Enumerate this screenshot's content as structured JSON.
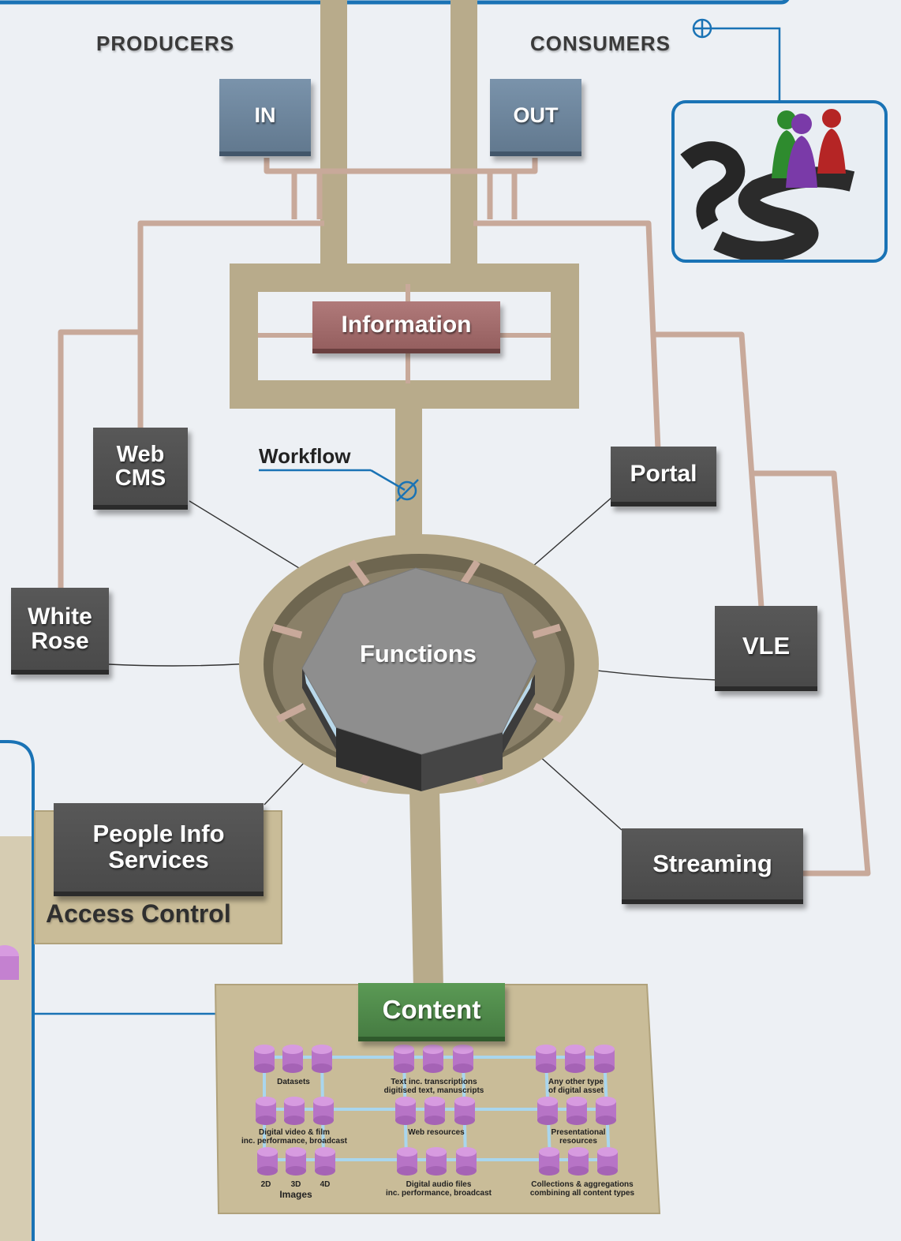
{
  "headers": {
    "producers": "PRODUCERS",
    "consumers": "CONSUMERS"
  },
  "nodes": {
    "in": "IN",
    "out": "OUT",
    "information": "Information",
    "web_cms": "Web\nCMS",
    "portal": "Portal",
    "white_rose": "White\nRose",
    "vle": "VLE",
    "functions": "Functions",
    "people_info": "People Info\nServices",
    "access_control": "Access Control",
    "streaming": "Streaming",
    "content": "Content"
  },
  "callouts": {
    "workflow": "Workflow"
  },
  "content_groups": {
    "datasets": "Datasets",
    "text": "Text inc. transcriptions\ndigitised text, manuscripts",
    "other": "Any other type\nof digital asset",
    "video": "Digital video & film\ninc. performance, broadcast",
    "web": "Web resources",
    "presentational": "Presentational\nresources",
    "d2": "2D",
    "d3": "3D",
    "d4": "4D",
    "images": "Images",
    "audio": "Digital audio files\ninc. performance, broadcast",
    "collections": "Collections & aggregations\ncombining all content types"
  },
  "colors": {
    "pipe_wide": "#b8ab8b",
    "pipe_thin": "#c8a99a",
    "callout": "#1a73b5",
    "information": "#a06b6b",
    "content": "#4f8a4a",
    "dark_box": "#4f4f4f",
    "blue_box": "#6d859c",
    "functions": "#8e8e8e",
    "db": "#d79be0"
  }
}
